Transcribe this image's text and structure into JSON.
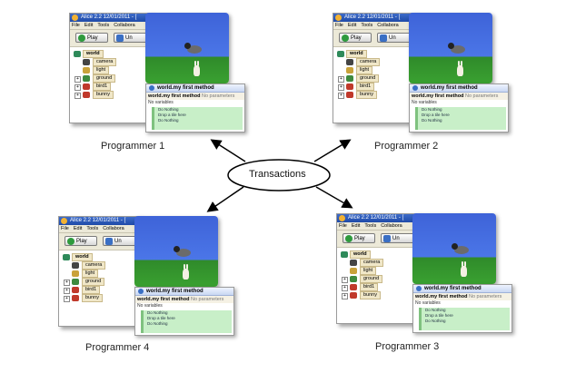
{
  "app": {
    "window_title": "Alice 2.2 12/01/2011 - [",
    "menu": [
      "File",
      "Edit",
      "Tools",
      "Collabora"
    ],
    "play_label": "Play",
    "undo_label": "Un",
    "tree": {
      "root": "world",
      "children": [
        {
          "label": "camera",
          "expandable": false
        },
        {
          "label": "light",
          "expandable": false
        },
        {
          "label": "ground",
          "expandable": true
        },
        {
          "label": "bird1",
          "expandable": true
        },
        {
          "label": "bunny",
          "expandable": true
        }
      ]
    },
    "editor": {
      "tab_label": "world.my first method",
      "header": "world.my first method",
      "header_suffix": "No parameters",
      "variables": "No variables",
      "rows": [
        "Do Nothing",
        "Drop a tile here",
        "Do Nothing"
      ]
    }
  },
  "diagram": {
    "center_label": "Transactions",
    "programmers": [
      {
        "id": "p1",
        "label": "Programmer 1"
      },
      {
        "id": "p2",
        "label": "Programmer 2"
      },
      {
        "id": "p4",
        "label": "Programmer 4"
      },
      {
        "id": "p3",
        "label": "Programmer 3"
      }
    ]
  },
  "colors": {
    "sky": "#4b76e8",
    "grass": "#3aa131",
    "tree_label": "#f0e7c8",
    "editor_body": "#c8efc8"
  }
}
